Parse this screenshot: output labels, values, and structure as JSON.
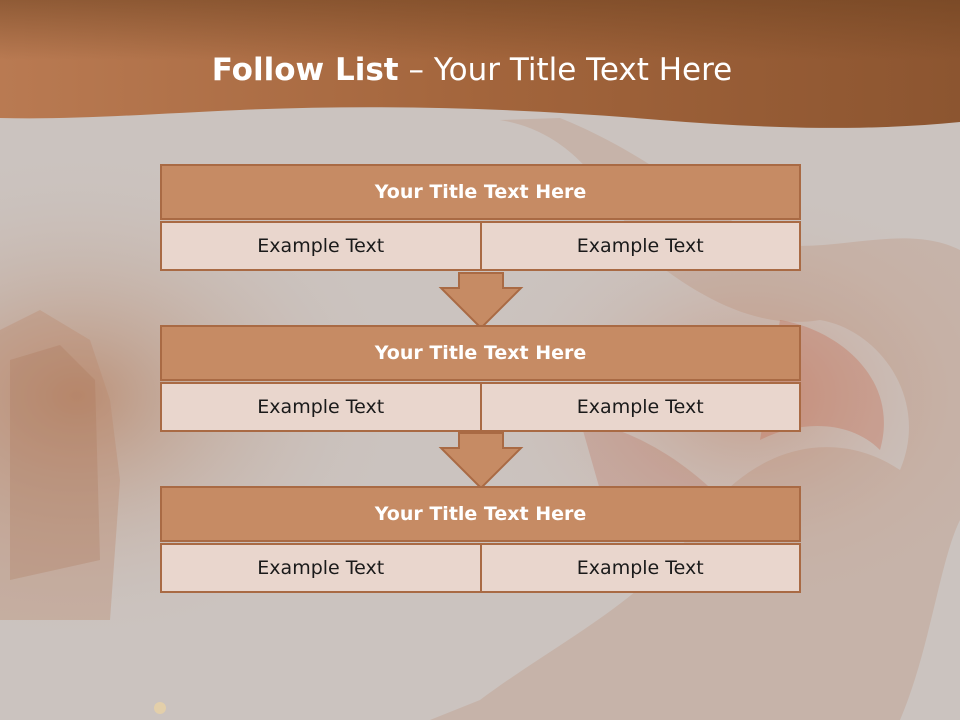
{
  "slide": {
    "title_bold": "Follow List",
    "title_rest": "– Your Title Text Here"
  },
  "blocks": [
    {
      "title": "Your Title Text Here",
      "left": "Example Text",
      "right": "Example Text"
    },
    {
      "title": "Your Title Text Here",
      "left": "Example Text",
      "right": "Example Text"
    },
    {
      "title": "Your Title Text Here",
      "left": "Example Text",
      "right": "Example Text"
    }
  ],
  "colors": {
    "banner": "#a8683f",
    "header_fill": "#c68b64",
    "cell_fill": "#e9d6cd",
    "border": "#a96a44"
  }
}
